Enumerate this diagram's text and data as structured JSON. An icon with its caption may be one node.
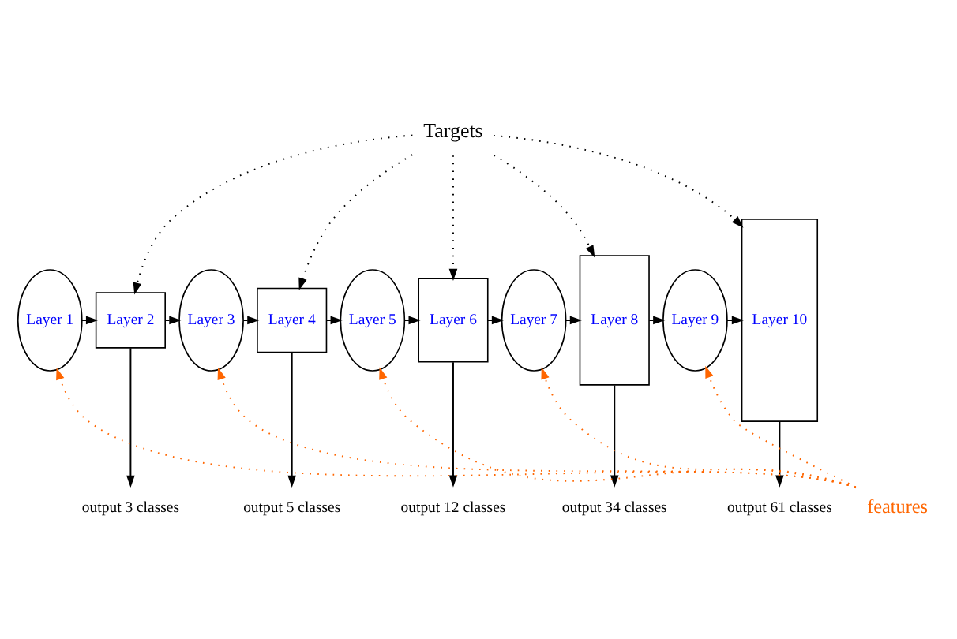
{
  "diagram": {
    "nodes": [
      {
        "text": [
          "Targets"
        ]
      },
      {
        "text": [
          "Layer 1"
        ]
      },
      {
        "text": [
          "Layer 2"
        ]
      },
      {
        "text": [
          "Layer 3"
        ]
      },
      {
        "text": [
          "Layer 4"
        ]
      },
      {
        "text": [
          "Layer 5"
        ]
      },
      {
        "text": [
          "Layer 6"
        ]
      },
      {
        "text": [
          "Layer 7"
        ]
      },
      {
        "text": [
          "Layer 8"
        ]
      },
      {
        "text": [
          "Layer 9"
        ]
      },
      {
        "text": [
          "Layer 10"
        ]
      },
      {
        "text": [
          "features"
        ]
      },
      {
        "text": [
          "output 3 classes"
        ]
      },
      {
        "text": [
          "output 5 classes"
        ]
      },
      {
        "text": [
          "output 12 classes"
        ]
      },
      {
        "text": [
          "output 34 classes"
        ]
      },
      {
        "text": [
          "output 61 classes"
        ]
      }
    ],
    "edges": [
      {
        "from": 0,
        "to": 2,
        "arrow": "to",
        "style": "dashed"
      },
      {
        "from": 0,
        "to": 4,
        "arrow": "to",
        "style": "dashed"
      },
      {
        "from": 0,
        "to": 6,
        "arrow": "to",
        "style": "dashed"
      },
      {
        "from": 0,
        "to": 8,
        "arrow": "to",
        "style": "dashed"
      },
      {
        "from": 0,
        "to": 10,
        "arrow": "to",
        "style": "dashed"
      },
      {
        "from": 1,
        "to": 2,
        "arrow": "to"
      },
      {
        "from": 2,
        "to": 3,
        "arrow": "to"
      },
      {
        "from": 3,
        "to": 4,
        "arrow": "to"
      },
      {
        "from": 4,
        "to": 5,
        "arrow": "to"
      },
      {
        "from": 5,
        "to": 6,
        "arrow": "to"
      },
      {
        "from": 6,
        "to": 7,
        "arrow": "to"
      },
      {
        "from": 7,
        "to": 8,
        "arrow": "to"
      },
      {
        "from": 8,
        "to": 9,
        "arrow": "to"
      },
      {
        "from": 9,
        "to": 10,
        "arrow": "to"
      },
      {
        "from": 2,
        "to": 12,
        "arrow": "to"
      },
      {
        "from": 4,
        "to": 13,
        "arrow": "to"
      },
      {
        "from": 6,
        "to": 14,
        "arrow": "to"
      },
      {
        "from": 8,
        "to": 15,
        "arrow": "to"
      },
      {
        "from": 10,
        "to": 16,
        "arrow": "to"
      },
      {
        "from": 11,
        "to": 1,
        "arrow": "to",
        "style": "dashed",
        "color": "#ff6600"
      },
      {
        "from": 11,
        "to": 3,
        "arrow": "to",
        "style": "dashed",
        "color": "#ff6600"
      },
      {
        "from": 11,
        "to": 5,
        "arrow": "to",
        "style": "dashed",
        "color": "#ff6600"
      },
      {
        "from": 11,
        "to": 7,
        "arrow": "to",
        "style": "dashed",
        "color": "#ff6600"
      },
      {
        "from": 11,
        "to": 9,
        "arrow": "to",
        "style": "dashed",
        "color": "#ff6600"
      }
    ]
  }
}
